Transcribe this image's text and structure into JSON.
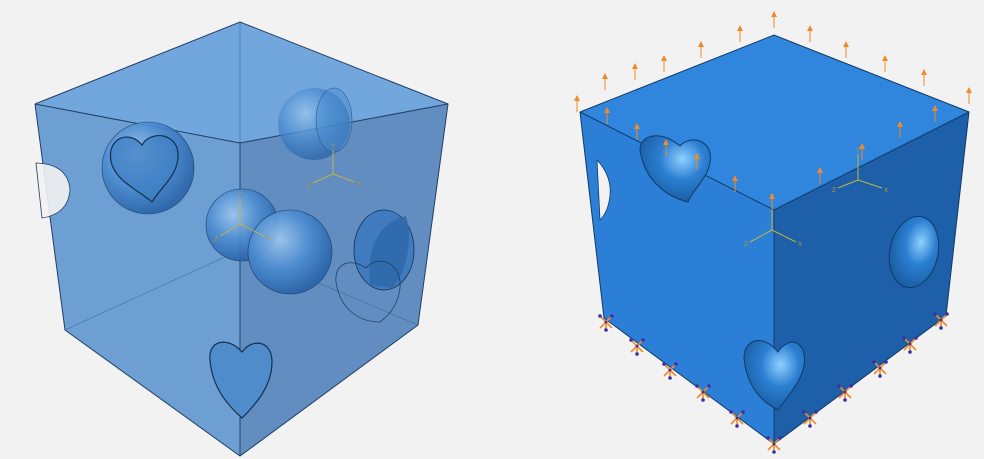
{
  "views": [
    {
      "name": "transparent-cube-view",
      "rendering": "semi-transparent",
      "features": [
        "spherical voids",
        "heart-shaped voids",
        "coordinate triad"
      ]
    },
    {
      "name": "loaded-cube-view",
      "rendering": "opaque",
      "features": [
        "top pressure load arrows",
        "bottom boundary condition symbols",
        "heart-shaped cutouts",
        "coordinate triad"
      ]
    }
  ],
  "axes": {
    "x": "X",
    "y": "Y",
    "z": "Z"
  },
  "colors": {
    "background": "#f2f2f2",
    "cube_translucent_top": "#5b9ad8",
    "cube_translucent_left": "#4f8ccb",
    "cube_translucent_right": "#4276b4",
    "cube_solid_top": "#2f86dc",
    "cube_solid_left": "#2c7fd6",
    "cube_solid_right": "#1d5fa8",
    "load_arrow": "#f08a2a",
    "bc_symbol": "#f08a2a",
    "bc_accent": "#3a2fa8",
    "triad": "#c2b148"
  },
  "icons": [
    "load-arrow-icon",
    "boundary-condition-icon",
    "coordinate-triad-icon"
  ]
}
